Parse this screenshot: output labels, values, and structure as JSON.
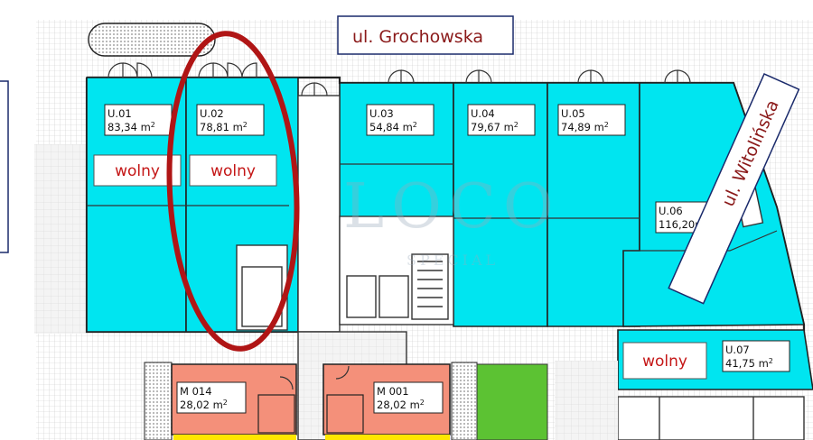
{
  "streets": {
    "north": "ul. Grochowska",
    "east": "ul. Witolińska"
  },
  "units": [
    {
      "id": "U.01",
      "area": "83,34  m",
      "color": "#00e5f0",
      "status": "wolny"
    },
    {
      "id": "U.02",
      "area": "78,81  m",
      "color": "#00e5f0",
      "status": "wolny"
    },
    {
      "id": "U.03",
      "area": "54,84  m",
      "color": "#00e5f0",
      "status": ""
    },
    {
      "id": "U.04",
      "area": "79,67  m",
      "color": "#00e5f0",
      "status": ""
    },
    {
      "id": "U.05",
      "area": "74,89  m",
      "color": "#00e5f0",
      "status": ""
    },
    {
      "id": "U.06",
      "area": "116,20m",
      "color": "#00e5f0",
      "status": ""
    },
    {
      "id": "U.07",
      "area": "41,75  m",
      "color": "#00e5f0",
      "status": "wolny"
    }
  ],
  "storage": [
    {
      "id": "M 014",
      "area": "28,02  m",
      "color": "#f4907a"
    },
    {
      "id": "M 001",
      "area": "28,02  m",
      "color": "#f4907a"
    }
  ],
  "superscript": "2",
  "watermark": {
    "main": "LOCO",
    "sub": "SPECIAL"
  },
  "colors": {
    "unit_fill": "#00e5f0",
    "storage_fill": "#f4907a",
    "green_area": "#5cc233",
    "highlight_ellipse": "#b01515",
    "street_box_border": "#1a2a6b"
  }
}
